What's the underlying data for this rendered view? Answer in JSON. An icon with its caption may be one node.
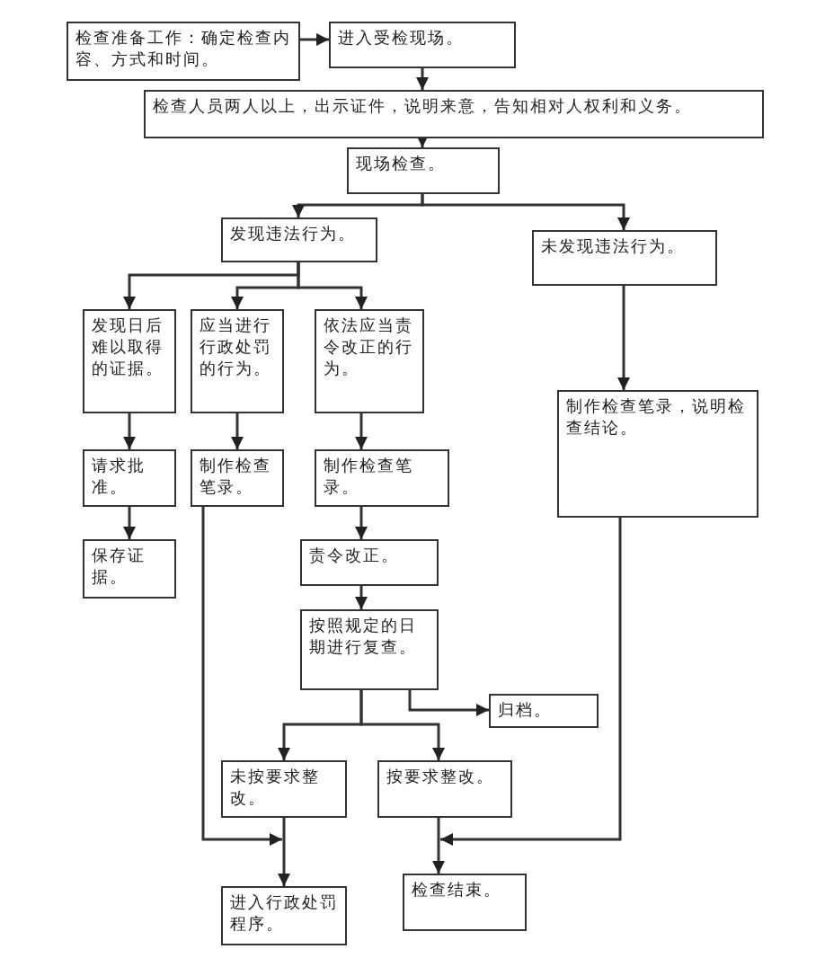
{
  "diagram": {
    "nodes": [
      {
        "text": [
          "检查准备工作：确定检查内容、方式和时间。"
        ]
      },
      {
        "text": [
          "进入受检现场。"
        ]
      },
      {
        "text": [
          "检查人员两人以上，出示证件，说明来意，告知相对人权利和义务。"
        ]
      },
      {
        "text": [
          "现场检查。"
        ]
      },
      {
        "text": [
          "发现违法行为。"
        ]
      },
      {
        "text": [
          "未发现违法行为。"
        ]
      },
      {
        "text": [
          "发现日后难以取得的证据。"
        ]
      },
      {
        "text": [
          "应当进行行政处罚的行为。"
        ]
      },
      {
        "text": [
          "依法应当责令改正的行为。"
        ]
      },
      {
        "text": [
          "请求批准。"
        ]
      },
      {
        "text": [
          "保存证据。"
        ]
      },
      {
        "text": [
          "制作检查笔录。"
        ]
      },
      {
        "text": [
          "制作检查笔录。"
        ]
      },
      {
        "text": [
          "制作检查笔录，说明检查结论。"
        ]
      },
      {
        "text": [
          "责令改正。"
        ]
      },
      {
        "text": [
          "按照规定的日期进行复查。"
        ]
      },
      {
        "text": [
          "归档。"
        ]
      },
      {
        "text": [
          "未按要求整改。"
        ]
      },
      {
        "text": [
          "按要求整改。"
        ]
      },
      {
        "text": [
          "检查结束。"
        ]
      },
      {
        "text": [
          "进入行政处罚程序。"
        ]
      }
    ],
    "edges": [
      {
        "from": 0,
        "to": 1,
        "arrow": "to"
      },
      {
        "from": 1,
        "to": 2,
        "arrow": "to"
      },
      {
        "from": 2,
        "to": 3,
        "arrow": "to"
      },
      {
        "from": 3,
        "to": 4,
        "arrow": "to"
      },
      {
        "from": 3,
        "to": 5,
        "arrow": "to"
      },
      {
        "from": 4,
        "to": 6,
        "arrow": "to"
      },
      {
        "from": 4,
        "to": 7,
        "arrow": "to"
      },
      {
        "from": 4,
        "to": 8,
        "arrow": "to"
      },
      {
        "from": 6,
        "to": 9,
        "arrow": "to"
      },
      {
        "from": 9,
        "to": 10,
        "arrow": "to"
      },
      {
        "from": 7,
        "to": 11,
        "arrow": "to"
      },
      {
        "from": 8,
        "to": 12,
        "arrow": "to"
      },
      {
        "from": 12,
        "to": 14,
        "arrow": "to"
      },
      {
        "from": 14,
        "to": 15,
        "arrow": "to"
      },
      {
        "from": 15,
        "to": 16,
        "arrow": "to"
      },
      {
        "from": 15,
        "to": 17,
        "arrow": "to"
      },
      {
        "from": 15,
        "to": 18,
        "arrow": "to"
      },
      {
        "from": 17,
        "to": 20,
        "arrow": "to"
      },
      {
        "from": 11,
        "to": 20,
        "arrow": "to"
      },
      {
        "from": 18,
        "to": 19,
        "arrow": "to"
      },
      {
        "from": 13,
        "to": 19,
        "arrow": "to"
      },
      {
        "from": 5,
        "to": 13,
        "arrow": "to"
      }
    ]
  }
}
